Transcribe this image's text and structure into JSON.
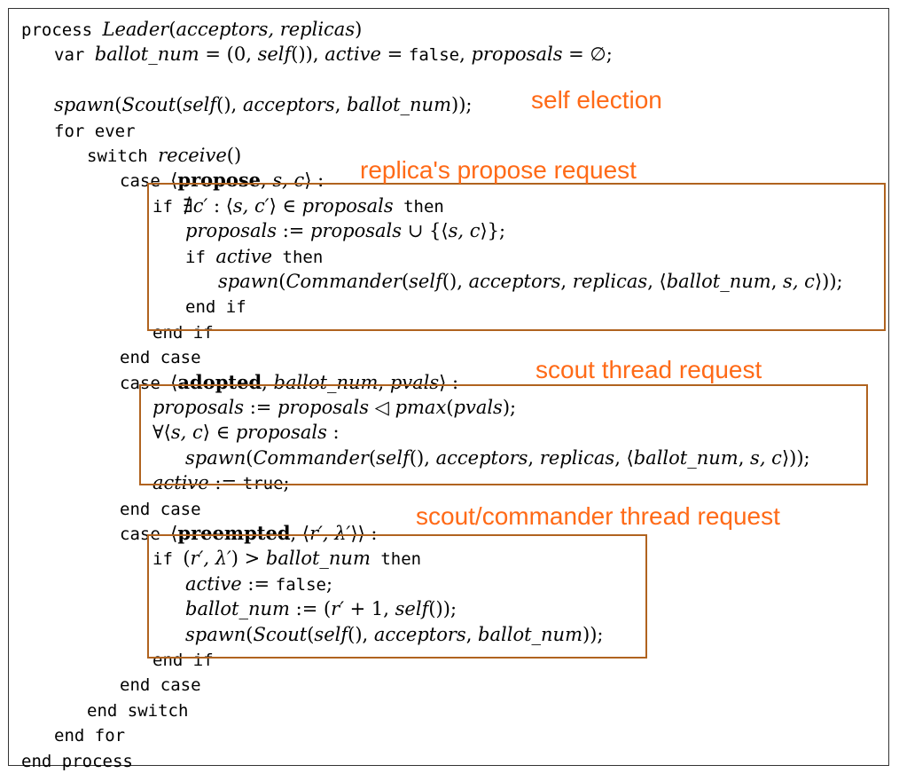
{
  "algorithm": {
    "lines": [
      {
        "indent": 0,
        "parts": [
          [
            "kw",
            "process "
          ],
          [
            "it",
            "Leader"
          ],
          [
            "rm",
            "("
          ],
          [
            "it",
            "acceptors, replicas"
          ],
          [
            "rm",
            ")"
          ]
        ]
      },
      {
        "indent": 1,
        "parts": [
          [
            "kw",
            "var "
          ],
          [
            "it",
            "ballot_num"
          ],
          [
            "rm",
            " = (0, "
          ],
          [
            "it",
            "self"
          ],
          [
            "rm",
            "()), "
          ],
          [
            "it",
            "active"
          ],
          [
            "rm",
            " = "
          ],
          [
            "kw",
            "false"
          ],
          [
            "rm",
            ", "
          ],
          [
            "it",
            "proposals"
          ],
          [
            "rm",
            " = ∅;"
          ]
        ]
      },
      {
        "indent": -1,
        "parts": []
      },
      {
        "indent": 1,
        "parts": [
          [
            "it",
            "spawn"
          ],
          [
            "rm",
            "("
          ],
          [
            "it",
            "Scout"
          ],
          [
            "rm",
            "("
          ],
          [
            "it",
            "self"
          ],
          [
            "rm",
            "(), "
          ],
          [
            "it",
            "acceptors"
          ],
          [
            "rm",
            ", "
          ],
          [
            "it",
            "ballot_num"
          ],
          [
            "rm",
            "));"
          ]
        ]
      },
      {
        "indent": 1,
        "parts": [
          [
            "kw",
            "for ever"
          ]
        ]
      },
      {
        "indent": 2,
        "parts": [
          [
            "kw",
            "switch "
          ],
          [
            "it",
            "receive"
          ],
          [
            "rm",
            "()"
          ]
        ]
      },
      {
        "indent": 3,
        "parts": [
          [
            "kw",
            "case "
          ],
          [
            "rm",
            "⟨"
          ],
          [
            "bf",
            "propose"
          ],
          [
            "rm",
            ", "
          ],
          [
            "it",
            "s, c"
          ],
          [
            "rm",
            "⟩ :"
          ]
        ]
      },
      {
        "indent": 4,
        "parts": [
          [
            "kw",
            "if "
          ],
          [
            "rm",
            "∄"
          ],
          [
            "it",
            "c′"
          ],
          [
            "rm",
            " : ⟨"
          ],
          [
            "it",
            "s, c′"
          ],
          [
            "rm",
            "⟩ ∈ "
          ],
          [
            "it",
            "proposals"
          ],
          [
            "kw",
            " then"
          ]
        ]
      },
      {
        "indent": 5,
        "parts": [
          [
            "it",
            "proposals"
          ],
          [
            "rm",
            " := "
          ],
          [
            "it",
            "proposals"
          ],
          [
            "rm",
            " ∪ {⟨"
          ],
          [
            "it",
            "s, c"
          ],
          [
            "rm",
            "⟩};"
          ]
        ]
      },
      {
        "indent": 5,
        "parts": [
          [
            "kw",
            "if "
          ],
          [
            "it",
            "active"
          ],
          [
            "kw",
            " then"
          ]
        ]
      },
      {
        "indent": 6,
        "parts": [
          [
            "it",
            "spawn"
          ],
          [
            "rm",
            "("
          ],
          [
            "it",
            "Commander"
          ],
          [
            "rm",
            "("
          ],
          [
            "it",
            "self"
          ],
          [
            "rm",
            "(), "
          ],
          [
            "it",
            "acceptors"
          ],
          [
            "rm",
            ", "
          ],
          [
            "it",
            "replicas"
          ],
          [
            "rm",
            ", ⟨"
          ],
          [
            "it",
            "ballot_num"
          ],
          [
            "rm",
            ", "
          ],
          [
            "it",
            "s, c"
          ],
          [
            "rm",
            "⟩));"
          ]
        ]
      },
      {
        "indent": 5,
        "parts": [
          [
            "kw",
            "end if"
          ]
        ]
      },
      {
        "indent": 4,
        "parts": [
          [
            "kw",
            "end if"
          ]
        ]
      },
      {
        "indent": 3,
        "parts": [
          [
            "kw",
            "end case"
          ]
        ]
      },
      {
        "indent": 3,
        "parts": [
          [
            "kw",
            "case "
          ],
          [
            "rm",
            "⟨"
          ],
          [
            "bf",
            "adopted"
          ],
          [
            "rm",
            ", "
          ],
          [
            "it",
            "ballot_num"
          ],
          [
            "rm",
            ", "
          ],
          [
            "it",
            "pvals"
          ],
          [
            "rm",
            "⟩ :"
          ]
        ]
      },
      {
        "indent": 4,
        "parts": [
          [
            "it",
            "proposals"
          ],
          [
            "rm",
            " := "
          ],
          [
            "it",
            "proposals"
          ],
          [
            "rm",
            " ◁ "
          ],
          [
            "it",
            "pmax"
          ],
          [
            "rm",
            "("
          ],
          [
            "it",
            "pvals"
          ],
          [
            "rm",
            ");"
          ]
        ]
      },
      {
        "indent": 4,
        "parts": [
          [
            "rm",
            "∀⟨"
          ],
          [
            "it",
            "s, c"
          ],
          [
            "rm",
            "⟩ ∈ "
          ],
          [
            "it",
            "proposals"
          ],
          [
            "rm",
            " :"
          ]
        ]
      },
      {
        "indent": 5,
        "parts": [
          [
            "it",
            "spawn"
          ],
          [
            "rm",
            "("
          ],
          [
            "it",
            "Commander"
          ],
          [
            "rm",
            "("
          ],
          [
            "it",
            "self"
          ],
          [
            "rm",
            "(), "
          ],
          [
            "it",
            "acceptors"
          ],
          [
            "rm",
            ", "
          ],
          [
            "it",
            "replicas"
          ],
          [
            "rm",
            ", ⟨"
          ],
          [
            "it",
            "ballot_num"
          ],
          [
            "rm",
            ", "
          ],
          [
            "it",
            "s, c"
          ],
          [
            "rm",
            "⟩));"
          ]
        ]
      },
      {
        "indent": 4,
        "parts": [
          [
            "it",
            "active"
          ],
          [
            "rm",
            " := "
          ],
          [
            "kw",
            "true"
          ],
          [
            "rm",
            ";"
          ]
        ]
      },
      {
        "indent": 3,
        "parts": [
          [
            "kw",
            "end case"
          ]
        ]
      },
      {
        "indent": 3,
        "parts": [
          [
            "kw",
            "case "
          ],
          [
            "rm",
            "⟨"
          ],
          [
            "bf",
            "preempted"
          ],
          [
            "rm",
            ", ⟨"
          ],
          [
            "it",
            "r′, λ′"
          ],
          [
            "rm",
            "⟩⟩ :"
          ]
        ]
      },
      {
        "indent": 4,
        "parts": [
          [
            "kw",
            "if "
          ],
          [
            "rm",
            "("
          ],
          [
            "it",
            "r′, λ′"
          ],
          [
            "rm",
            ") > "
          ],
          [
            "it",
            "ballot_num"
          ],
          [
            "kw",
            " then"
          ]
        ]
      },
      {
        "indent": 5,
        "parts": [
          [
            "it",
            "active"
          ],
          [
            "rm",
            " := "
          ],
          [
            "kw",
            "false"
          ],
          [
            "rm",
            ";"
          ]
        ]
      },
      {
        "indent": 5,
        "parts": [
          [
            "it",
            "ballot_num"
          ],
          [
            "rm",
            " := ("
          ],
          [
            "it",
            "r′"
          ],
          [
            "rm",
            " + 1, "
          ],
          [
            "it",
            "self"
          ],
          [
            "rm",
            "());"
          ]
        ]
      },
      {
        "indent": 5,
        "parts": [
          [
            "it",
            "spawn"
          ],
          [
            "rm",
            "("
          ],
          [
            "it",
            "Scout"
          ],
          [
            "rm",
            "("
          ],
          [
            "it",
            "self"
          ],
          [
            "rm",
            "(), "
          ],
          [
            "it",
            "acceptors"
          ],
          [
            "rm",
            ", "
          ],
          [
            "it",
            "ballot_num"
          ],
          [
            "rm",
            "));"
          ]
        ]
      },
      {
        "indent": 4,
        "parts": [
          [
            "kw",
            "end if"
          ]
        ]
      },
      {
        "indent": 3,
        "parts": [
          [
            "kw",
            "end case"
          ]
        ]
      },
      {
        "indent": 2,
        "parts": [
          [
            "kw",
            "end switch"
          ]
        ]
      },
      {
        "indent": 1,
        "parts": [
          [
            "kw",
            "end for"
          ]
        ]
      },
      {
        "indent": 0,
        "parts": [
          [
            "kw",
            "end process"
          ]
        ]
      }
    ]
  },
  "annotations": {
    "self_election": "self election",
    "replica_propose": "replica's propose request",
    "scout_thread": "scout thread request",
    "scout_commander": "scout/commander thread request"
  },
  "colors": {
    "annotation": "#ff6a17",
    "box_border": "#b0631f",
    "frame_border": "#333333"
  }
}
